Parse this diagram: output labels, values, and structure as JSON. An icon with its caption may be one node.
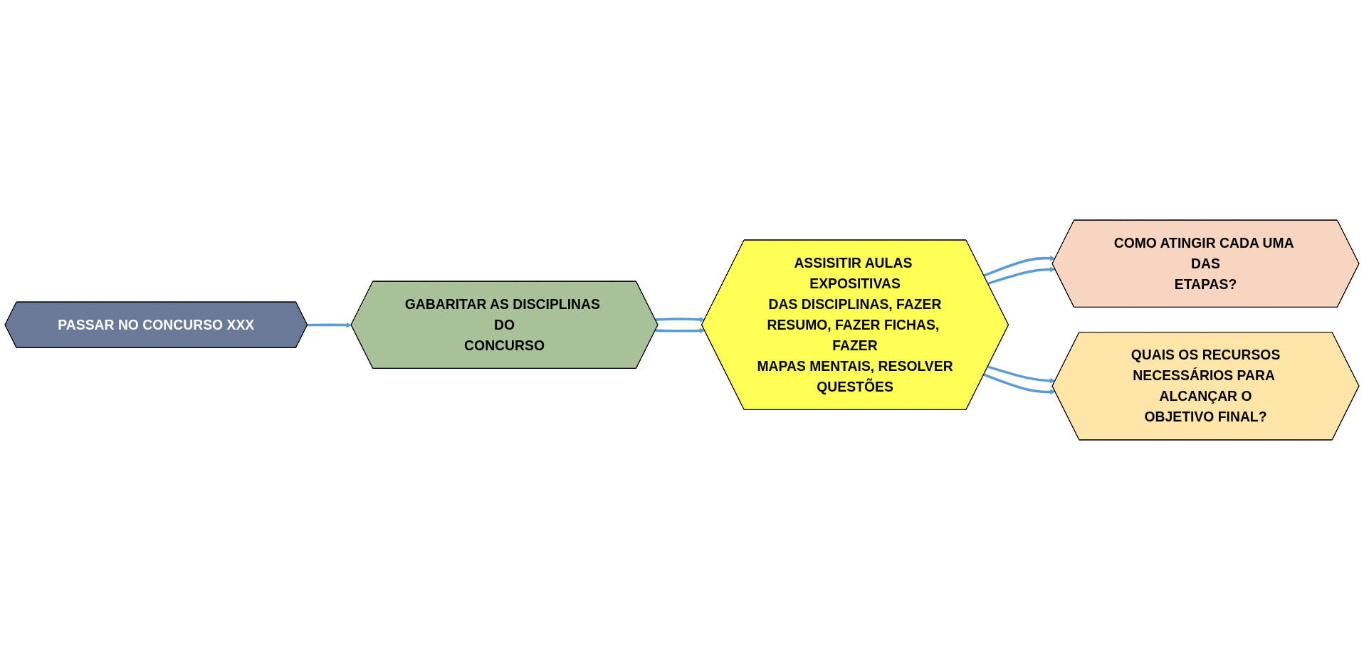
{
  "diagram": {
    "nodes": [
      {
        "text": [
          "PASSAR NO CONCURSO XXX"
        ]
      },
      {
        "text": [
          "GABARITAR AS DISCIPLINAS DO CONCURSO"
        ]
      },
      {
        "text": [
          "ASSISITIR AULAS EXPOSITIVAS DAS DISCIPLINAS, FAZER RESUMO, FAZER FICHAS, FAZER MAPAS MENTAIS, RESOLVER QUESTÕES"
        ]
      },
      {
        "text": [
          "COMO ATINGIR CADA UMA DAS ETAPAS?"
        ]
      },
      {
        "text": [
          "QUAIS OS RECURSOS NECESSÁRIOS PARA ALCANÇAR O OBJETIVO FINAL?"
        ]
      }
    ],
    "edges": [
      {
        "from": 0,
        "to": 1,
        "arrow": "to"
      },
      {
        "from": 1,
        "to": 2,
        "arrow": "to"
      },
      {
        "from": 1,
        "to": 2,
        "arrow": "to"
      },
      {
        "from": 2,
        "to": 3,
        "arrow": "to"
      },
      {
        "from": 2,
        "to": 3,
        "arrow": "to"
      },
      {
        "from": 2,
        "to": 4,
        "arrow": "to"
      },
      {
        "from": 2,
        "to": 4,
        "arrow": "to"
      }
    ]
  }
}
